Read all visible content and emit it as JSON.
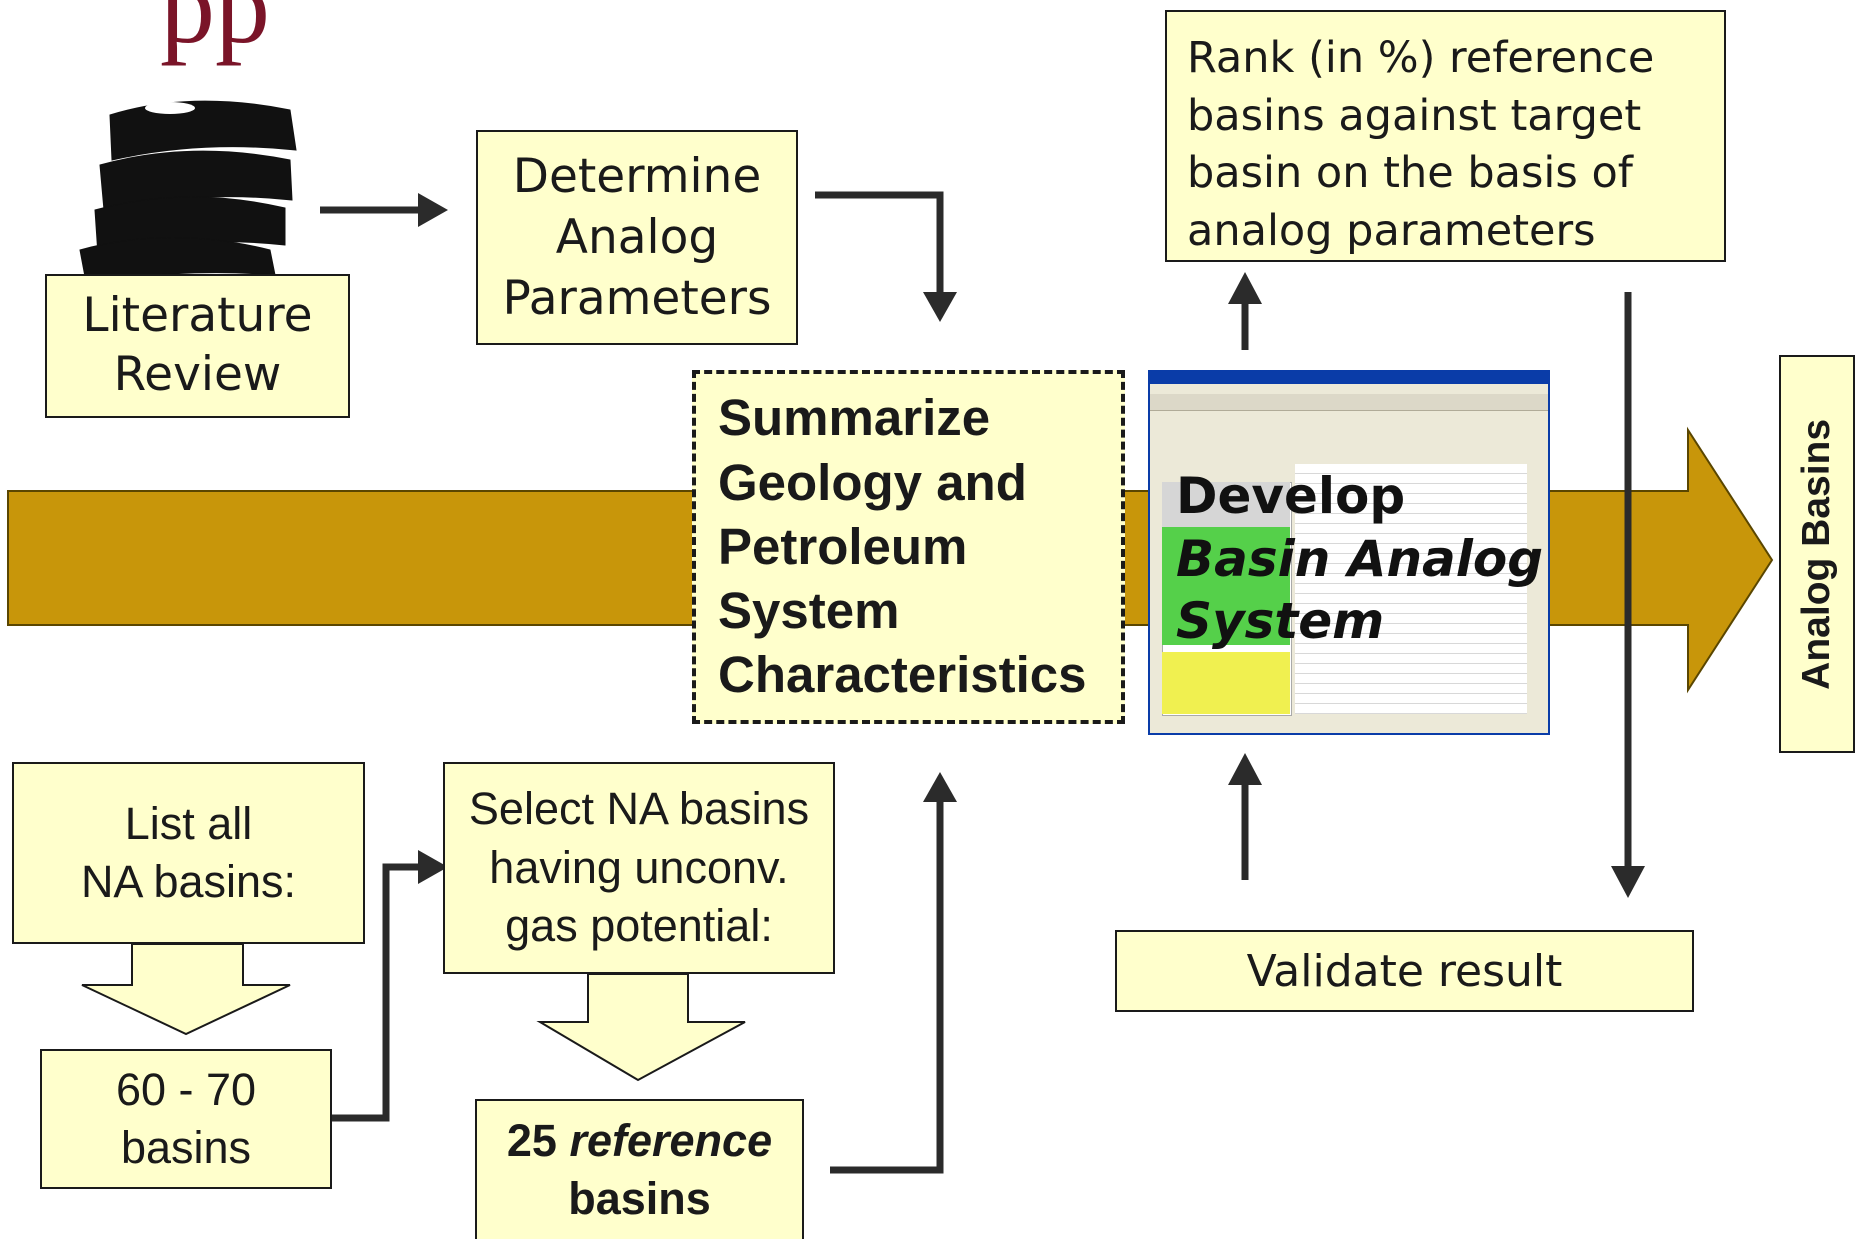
{
  "header": {
    "partial_logo": "pp"
  },
  "boxes": {
    "literature": [
      "Literature",
      "Review"
    ],
    "determine": [
      "Determine",
      "Analog",
      "Parameters"
    ],
    "rank": [
      "Rank (in %) reference",
      "basins against target",
      "basin on the basis of",
      "analog parameters"
    ],
    "summarize": [
      "Summarize",
      "Geology and",
      "Petroleum",
      "System",
      "Characteristics"
    ],
    "list_all": [
      "List all",
      "NA basins:"
    ],
    "count": [
      "60 - 70",
      "basins"
    ],
    "select": [
      "Select NA basins",
      "having unconv.",
      "gas potential:"
    ],
    "reference": {
      "number": "25",
      "word": "reference",
      "line2": "basins"
    },
    "validate": "Validate result",
    "analog_basins": "Analog Basins",
    "develop": {
      "line1": "Develop",
      "line2": "Basin Analog",
      "line3": "System"
    }
  },
  "colors": {
    "box_fill": "#ffffcc",
    "main_arrow": "#c8960a",
    "line": "#2b2b2b"
  }
}
